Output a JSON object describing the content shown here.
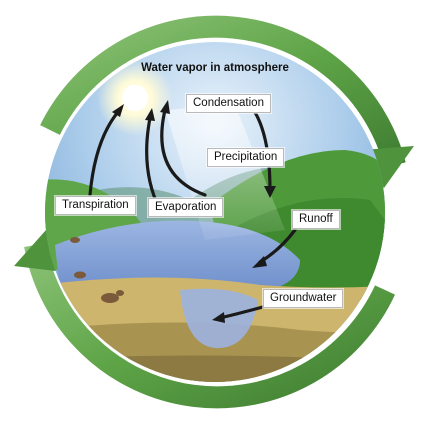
{
  "diagram": {
    "title": "Water vapor in atmosphere",
    "labels": {
      "condensation": "Condensation",
      "precipitation": "Precipitation",
      "transpiration": "Transpiration",
      "evaporation": "Evaporation",
      "runoff": "Runoff",
      "groundwater": "Groundwater"
    },
    "colors": {
      "cycle_ring": "#6aab52",
      "ring_dark": "#3f7a30",
      "sky": "#7fb1dc",
      "water": "#8aa6d6",
      "ground": "#c9b26a",
      "arrows": "#1a1a1a"
    },
    "icons": [
      "sun-icon",
      "rain-icon",
      "rabbit-icon",
      "cycle-arrow-icon"
    ]
  }
}
